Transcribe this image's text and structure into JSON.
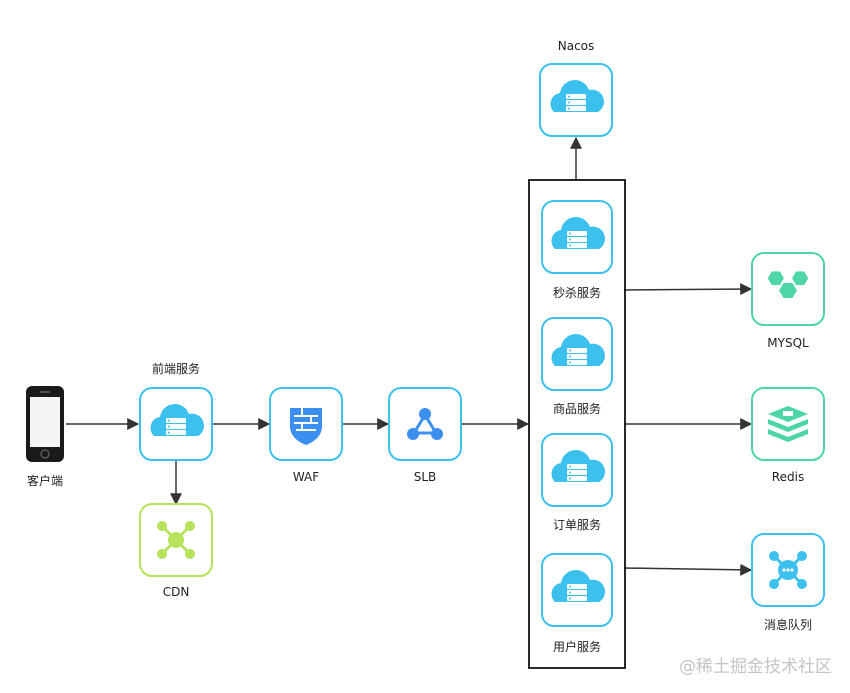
{
  "nodes": {
    "client": {
      "label": "客户端"
    },
    "frontend": {
      "label": "前端服务"
    },
    "cdn": {
      "label": "CDN"
    },
    "waf": {
      "label": "WAF"
    },
    "slb": {
      "label": "SLB"
    },
    "nacos": {
      "label": "Nacos"
    },
    "seckill": {
      "label": "秒杀服务"
    },
    "product": {
      "label": "商品服务"
    },
    "order": {
      "label": "订单服务"
    },
    "user": {
      "label": "用户服务"
    },
    "mysql": {
      "label": "MYSQL"
    },
    "redis": {
      "label": "Redis"
    },
    "mq": {
      "label": "消息队列"
    }
  },
  "edges": [
    [
      "client",
      "frontend"
    ],
    [
      "frontend",
      "cdn"
    ],
    [
      "frontend",
      "waf"
    ],
    [
      "waf",
      "slb"
    ],
    [
      "slb",
      "service-group"
    ],
    [
      "service-group",
      "nacos"
    ],
    [
      "seckill",
      "mysql"
    ],
    [
      "service-group",
      "redis"
    ],
    [
      "user",
      "mq"
    ]
  ],
  "watermark": "@稀土掘金技术社区",
  "colors": {
    "blue": "#3cc0ee",
    "green": "#4ed6a8",
    "lime": "#b6e35a",
    "arrow": "#333333"
  }
}
